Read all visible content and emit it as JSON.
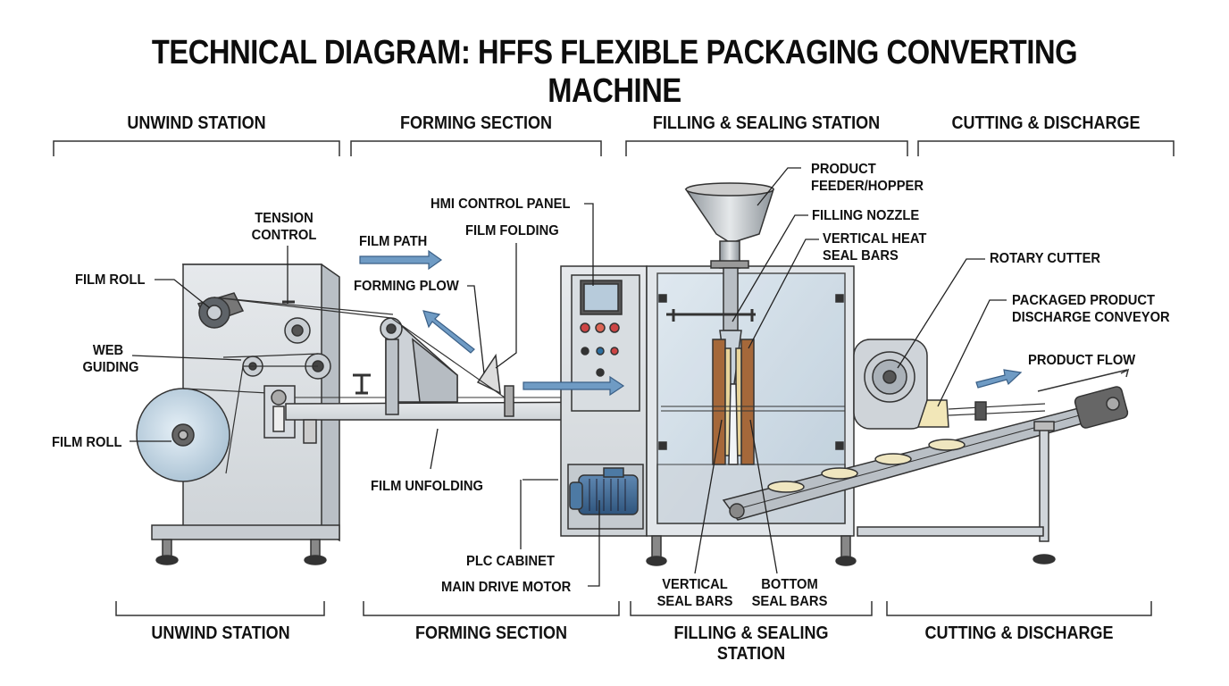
{
  "title": "TECHNICAL DIAGRAM: HFFS FLEXIBLE PACKAGING CONVERTING MACHINE",
  "sections_top": [
    "UNWIND STATION",
    "FORMING SECTION",
    "FILLING & SEALING STATION",
    "CUTTING & DISCHARGE"
  ],
  "sections_bottom": [
    "UNWIND STATION",
    "FORMING SECTION",
    "FILLING & SEALING STATION",
    "CUTTING & DISCHARGE"
  ],
  "labels": {
    "tension_control": [
      "TENSION",
      "CONTROL"
    ],
    "film_roll_top": "FILM ROLL",
    "web_guiding": [
      "WEB",
      "GUIDING"
    ],
    "film_roll_bottom": "FILM ROLL",
    "film_path": "FILM PATH",
    "hmi_control_panel": "HMI CONTROL PANEL",
    "film_folding": "FILM FOLDING",
    "forming_plow": "FORMING PLOW",
    "film_unfolding": "FILM UNFOLDING",
    "plc_cabinet": "PLC CABINET",
    "main_drive_motor": "MAIN DRIVE MOTOR",
    "product_feeder": [
      "PRODUCT",
      "FEEDER/HOPPER"
    ],
    "filling_nozzle": "FILLING NOZZLE",
    "vertical_heat_seal_bars": [
      "VERTICAL HEAT",
      "SEAL BARS"
    ],
    "rotary_cutter": "ROTARY CUTTER",
    "discharge_conveyor": [
      "PACKAGED PRODUCT",
      "DISCHARGE CONVEYOR"
    ],
    "product_flow": "PRODUCT FLOW",
    "vertical_seal_bars": [
      "VERTICAL",
      "SEAL BARS"
    ],
    "bottom_seal_bars": [
      "BOTTOM",
      "SEAL BARS"
    ]
  },
  "colors": {
    "arrow_blue": "#6f9bc4",
    "machine_gray": "#d9dde1",
    "motor_blue": "#3f6a96",
    "stroke": "#222222"
  }
}
